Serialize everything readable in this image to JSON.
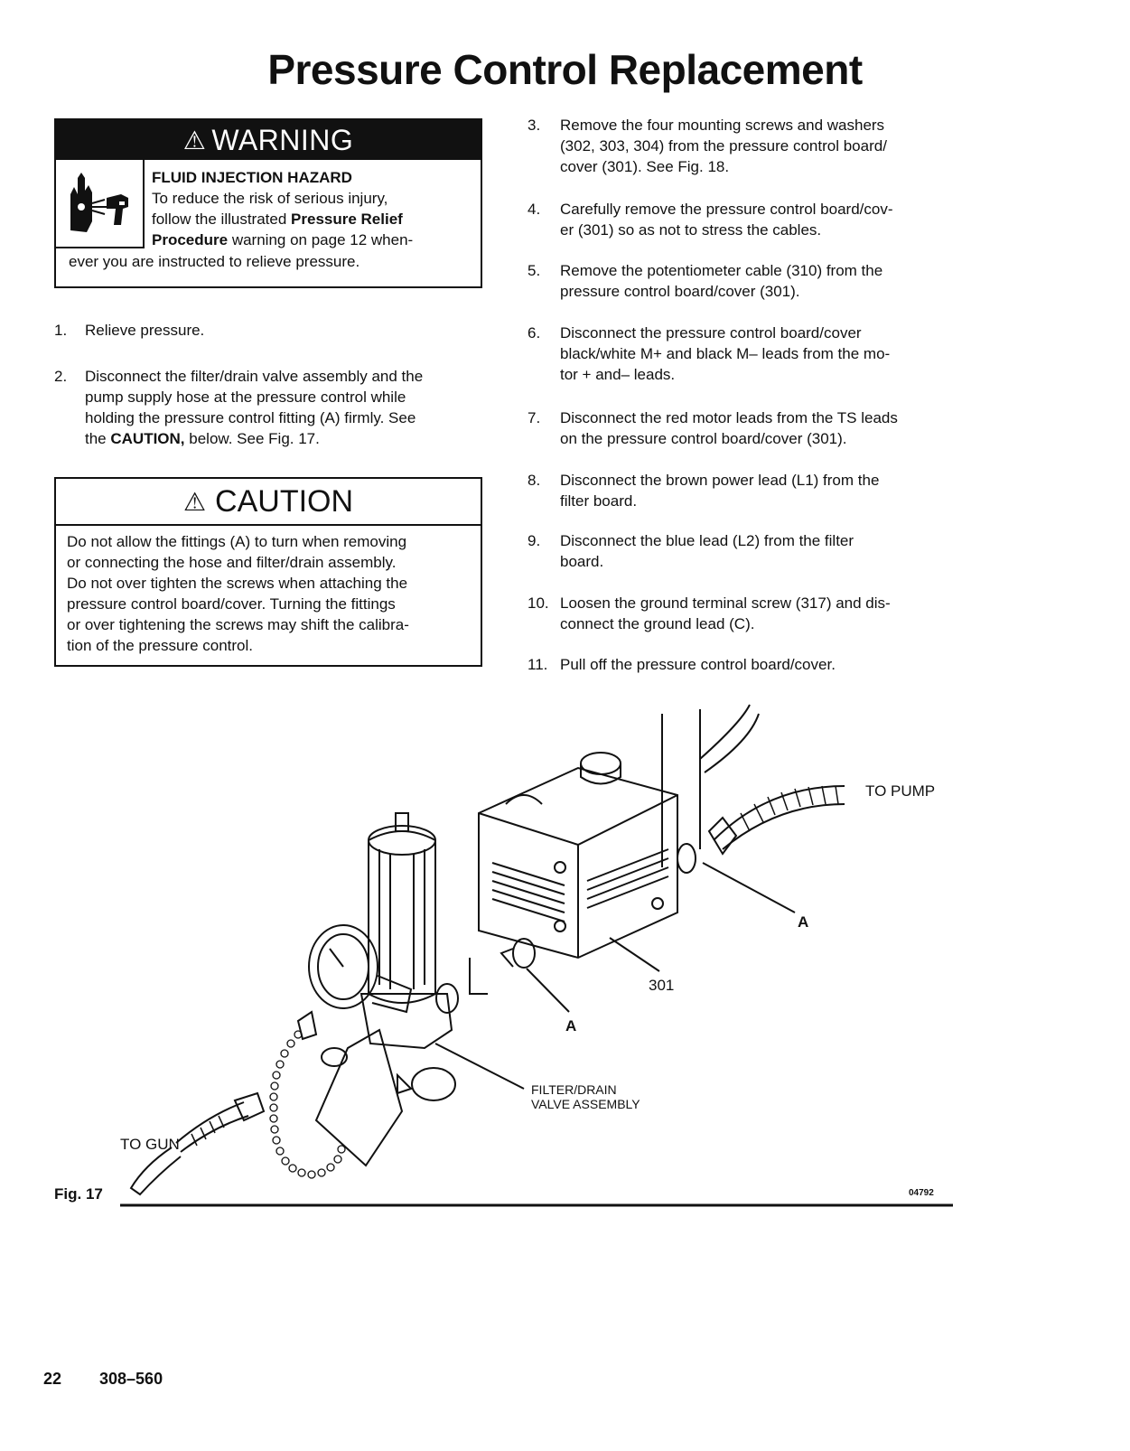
{
  "title": "Pressure Control Replacement",
  "warning": {
    "header": "WARNING",
    "hazard": "FLUID INJECTION HAZARD",
    "line1": "To reduce the risk of serious injury,",
    "line2_pre": "follow the illustrated ",
    "line2_bold": "Pressure Relief",
    "line3_bold": "Procedure",
    "line3_post": " warning on page 12 when-",
    "line4": "ever you are instructed to relieve pressure."
  },
  "steps_left": [
    {
      "num": "1.",
      "lines": [
        "Relieve pressure."
      ]
    },
    {
      "num": "2.",
      "lines": [
        "Disconnect the filter/drain valve assembly and the",
        "pump supply hose at the pressure control while",
        "holding the pressure control fitting (A) firmly. See"
      ],
      "last_pre": "the ",
      "last_bold": "CAUTION,",
      "last_post": " below. See Fig. 17."
    }
  ],
  "caution": {
    "header": "CAUTION",
    "lines": [
      "Do not allow the fittings (A) to turn when removing",
      "or connecting the hose and filter/drain assembly.",
      "Do not over tighten the screws when attaching the",
      "pressure control board/cover. Turning the fittings",
      "or over tightening the screws may shift the calibra-",
      "tion of the pressure control."
    ]
  },
  "steps_right": [
    {
      "num": "3.",
      "lines": [
        "Remove the four mounting screws and washers",
        "(302, 303, 304) from the pressure control board/",
        "cover (301).  See Fig. 18."
      ]
    },
    {
      "num": "4.",
      "lines": [
        "Carefully remove the pressure control board/cov-",
        "er (301) so as not to stress the cables."
      ]
    },
    {
      "num": "5.",
      "lines": [
        "Remove the potentiometer cable (310) from the",
        "pressure control board/cover (301)."
      ]
    },
    {
      "num": "6.",
      "lines": [
        "Disconnect the pressure control board/cover",
        "black/white M+ and black M– leads from the mo-",
        "tor + and– leads."
      ]
    },
    {
      "num": "7.",
      "lines": [
        "Disconnect the red motor leads from the TS leads",
        "on the pressure control board/cover (301)."
      ]
    },
    {
      "num": "8.",
      "lines": [
        "Disconnect the brown power lead (L1) from the",
        "filter board."
      ]
    },
    {
      "num": "9.",
      "lines": [
        "Disconnect the blue lead (L2) from the filter",
        "board."
      ]
    },
    {
      "num": "10.",
      "lines": [
        "Loosen the ground terminal screw (317) and dis-",
        "connect the ground lead (C)."
      ]
    },
    {
      "num": "11.",
      "lines": [
        "Pull off the pressure control board/cover."
      ]
    }
  ],
  "figure": {
    "to_pump": "TO PUMP",
    "to_gun": "TO GUN",
    "label_a": "A",
    "label_301": "301",
    "filter_line1": "FILTER/DRAIN",
    "filter_line2": "VALVE ASSEMBLY",
    "fig_label": "Fig. 17",
    "fig_code": "04792"
  },
  "footer": {
    "page": "22",
    "doc": "308–560"
  }
}
